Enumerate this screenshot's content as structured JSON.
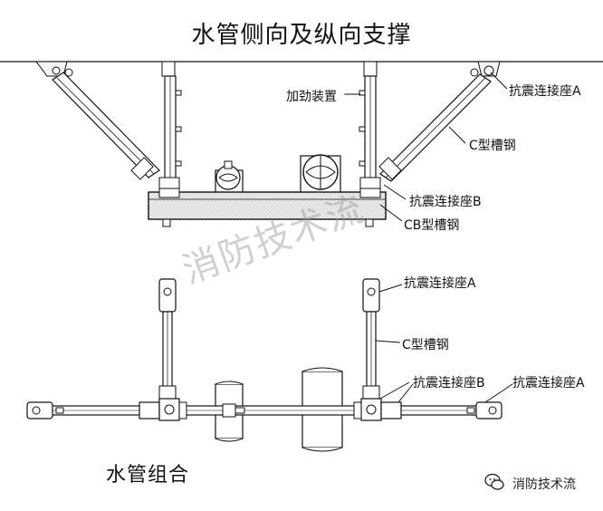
{
  "titles": {
    "top": "水管侧向及纵向支撑",
    "bottom": "水管组合"
  },
  "labels": {
    "stiffener": "加劲装置",
    "seismic_seat_a_top": "抗震连接座A",
    "c_channel_top": "C型槽钢",
    "seismic_seat_b_top": "抗震连接座B",
    "cb_channel": "CB型槽钢",
    "seismic_seat_a_mid": "抗震连接座A",
    "c_channel_mid": "C型槽钢",
    "seismic_seat_b_bottom": "抗震连接座B",
    "seismic_seat_a_bottom": "抗震连接座A"
  },
  "watermark": "消防技术流",
  "brand": {
    "name": "消防技术流",
    "icon": "wechat-icon"
  },
  "colors": {
    "line": "#111111",
    "fill_light": "#f2f2f2",
    "fill_steel": "#dcdcdc",
    "watermark": "#9a9a9a"
  }
}
